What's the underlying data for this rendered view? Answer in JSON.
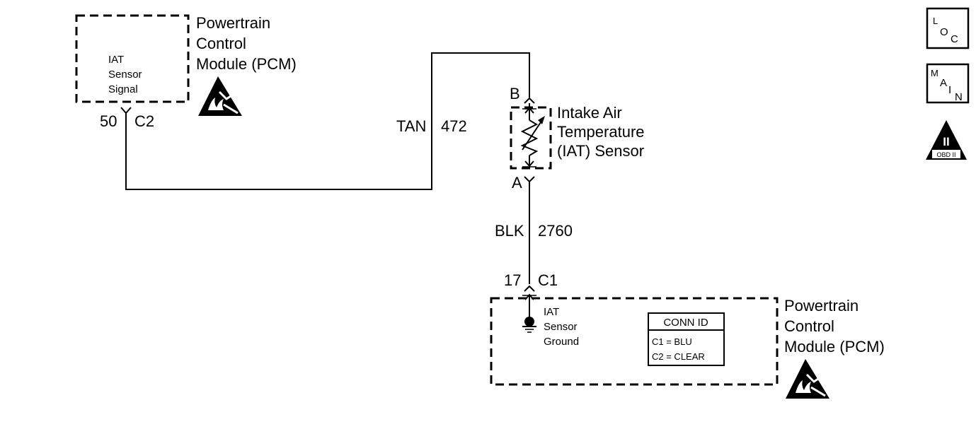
{
  "top_module": {
    "name_lines": [
      "Powertrain",
      "Control",
      "Module (PCM)"
    ],
    "signal_lines": [
      "IAT",
      "Sensor",
      "Signal"
    ],
    "pin": "50",
    "connector": "C2"
  },
  "wire_signal": {
    "color": "TAN",
    "circuit": "472"
  },
  "sensor": {
    "name_lines": [
      "Intake Air",
      "Temperature",
      "(IAT) Sensor"
    ],
    "terminal_b": "B",
    "terminal_a": "A"
  },
  "wire_ground": {
    "color": "BLK",
    "circuit": "2760"
  },
  "bottom_module": {
    "name_lines": [
      "Powertrain",
      "Control",
      "Module (PCM)"
    ],
    "ground_lines": [
      "IAT",
      "Sensor",
      "Ground"
    ],
    "pin": "17",
    "connector": "C1",
    "conn_id": {
      "header": "CONN ID",
      "rows": [
        "C1 = BLU",
        "C2 = CLEAR"
      ]
    }
  },
  "side_icons": {
    "loc": [
      "L",
      "O",
      "C"
    ],
    "main": [
      "M",
      "A",
      "I",
      "N"
    ],
    "obd": {
      "symbol": "II",
      "label": "OBD II"
    }
  }
}
